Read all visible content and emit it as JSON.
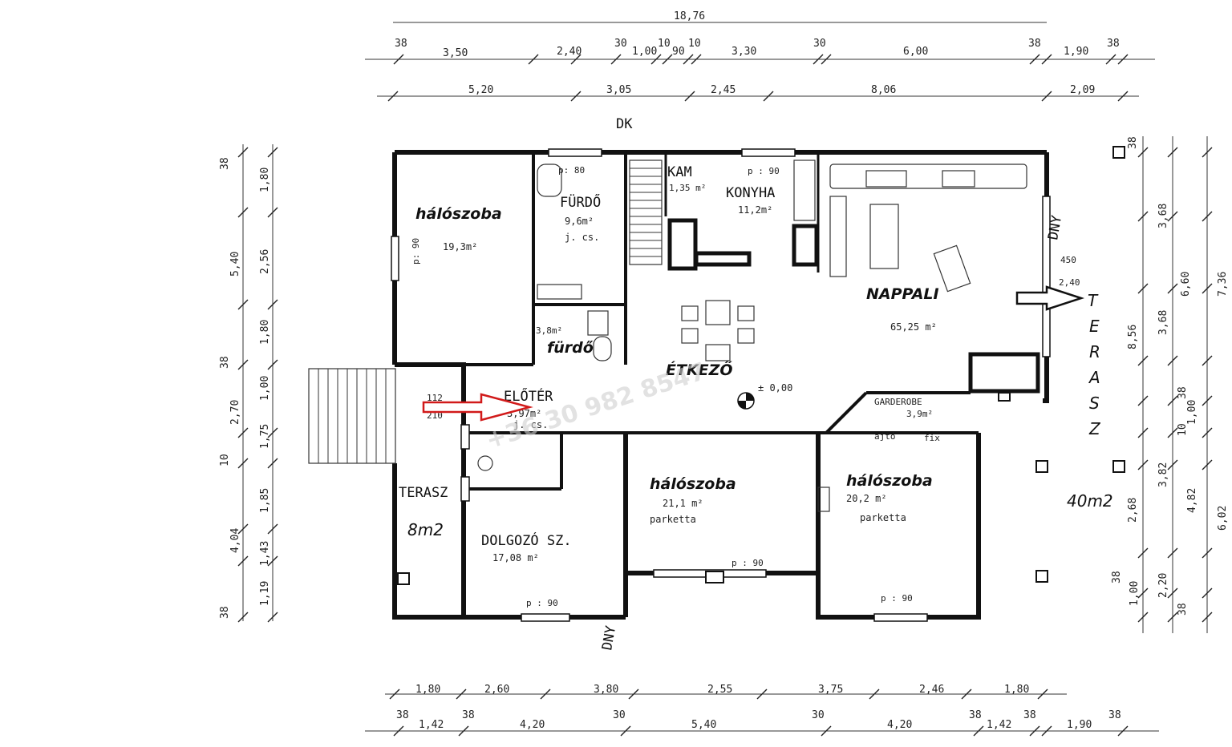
{
  "dims_top_total": "18,76",
  "dims_top_row1": [
    "38",
    "3,50",
    "2,40",
    "30",
    "1,00",
    "10",
    "90",
    "10",
    "3,30",
    "30",
    "6,00",
    "38",
    "1,90",
    "38"
  ],
  "dims_top_row2": [
    "5,20",
    "3,05",
    "2,45",
    "8,06",
    "2,09"
  ],
  "dims_bottom_row1": [
    "1,80",
    "2,60",
    "3,80",
    "2,55",
    "3,75",
    "2,46",
    "1,80"
  ],
  "dims_bottom_row2": [
    "38",
    "1,42",
    "38",
    "4,20",
    "30",
    "5,40",
    "30",
    "4,20",
    "38",
    "1,42",
    "38",
    "1,90",
    "38"
  ],
  "dims_left_outer": [
    "38",
    "5,40",
    "38",
    "2,70",
    "10",
    "4,04",
    "38"
  ],
  "dims_left_inner": [
    "1,80",
    "2,56",
    "1,80",
    "1,00",
    "1,75",
    "1,85",
    "1,43",
    "1,19"
  ],
  "dims_right": [
    "38",
    "3,68",
    "6,60",
    "7,36",
    "3,68",
    "8,56",
    "38",
    "1,00",
    "10",
    "3,82",
    "4,82",
    "6,02",
    "2,68",
    "38",
    "2,20",
    "1,00",
    "38"
  ],
  "rooms": {
    "bedroom1": {
      "name": "hálószoba",
      "area": "19,3m²",
      "window": "p: 90"
    },
    "bath1": {
      "name": "FÜRDŐ",
      "area": "9,6m²",
      "note": "j. cs.",
      "door": "p: 80"
    },
    "pantry": {
      "name": "KAM",
      "area": "1,35 m²"
    },
    "kitchen": {
      "name": "KONYHA",
      "area": "11,2m²",
      "window": "p : 90"
    },
    "living": {
      "name": "NAPPALI",
      "area": "65,25 m²"
    },
    "bath2": {
      "name": "fürdő",
      "area": "3,8m²"
    },
    "dining": {
      "name": "ÉTKEZŐ",
      "level": "± 0,00"
    },
    "hall": {
      "name": "ELŐTÉR",
      "area": "3,97m²",
      "note": "j. cs."
    },
    "wardrobe": {
      "name": "GARDEROBE",
      "area": "3,9m²"
    },
    "bedroom2": {
      "name": "hálószoba",
      "area": "21,1 m²",
      "floor": "parketta",
      "window": "p : 90"
    },
    "bedroom3": {
      "name": "hálószoba",
      "area": "20,2 m²",
      "floor": "parketta",
      "window": "p : 90"
    },
    "office": {
      "name": "DOLGOZÓ SZ.",
      "area": "17,08 m²",
      "window": "p : 90"
    },
    "terrace_small": {
      "name": "TERASZ",
      "area": "8m2"
    },
    "terrace_big": {
      "letters": [
        "T",
        "E",
        "R",
        "A",
        "S",
        "Z"
      ],
      "area": "40m2"
    }
  },
  "misc_labels": {
    "dk": "DK",
    "du": "DNY",
    "dny2": "DNY",
    "s450": "450",
    "s240": "2,40",
    "d112": "112",
    "d210": "210",
    "ajto": "ajtó",
    "fix": "fix"
  },
  "watermark": "+36 30 982 8547",
  "colors": {
    "line": "#111111",
    "arrow_red": "#d11a1a"
  }
}
